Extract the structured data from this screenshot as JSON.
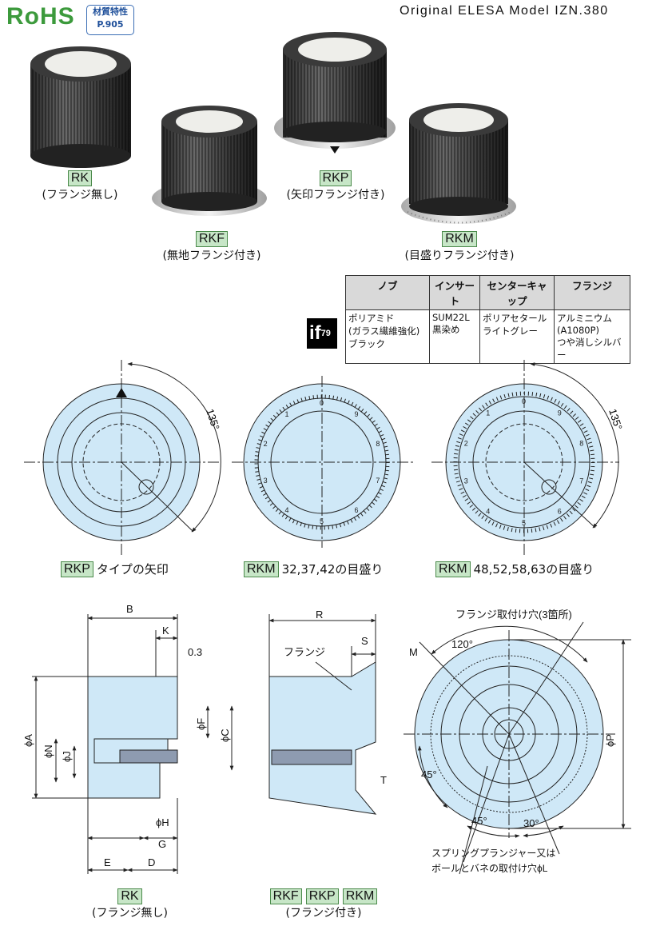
{
  "header": {
    "logo": "RoHS",
    "ref_line1": "材質特性",
    "ref_line2": "P.905",
    "model": "Original  ELESA  Model  IZN.380"
  },
  "products": [
    {
      "code": "RK",
      "desc": "(フランジ無し)"
    },
    {
      "code": "RKF",
      "desc": "(無地フランジ付き)"
    },
    {
      "code": "RKP",
      "desc": "(矢印フランジ付き)"
    },
    {
      "code": "RKM",
      "desc": "(目盛りフランジ付き)"
    }
  ],
  "material_table": {
    "headers": [
      "ノブ",
      "インサート",
      "センターキャップ",
      "フランジ"
    ],
    "col1": [
      "ポリアミド",
      "(ガラス繊維強化)",
      "ブラック"
    ],
    "col2": [
      "SUM22L",
      "黒染め"
    ],
    "col3": [
      "ポリアセタール",
      "ライトグレー"
    ],
    "col4": [
      "アルミニウム",
      "(A1080P)",
      "つや消しシルバー"
    ]
  },
  "if_badge": {
    "text": "if",
    "number": "79"
  },
  "top_views": {
    "angle_label": "135°",
    "dial_numbers": [
      "0",
      "9",
      "8",
      "7",
      "6",
      "5",
      "4",
      "3",
      "2",
      "1"
    ],
    "cap1_code": "RKP",
    "cap1_text": "タイプの矢印",
    "cap2_code": "RKM",
    "cap2_text": "32,37,42の目盛り",
    "cap3_code": "RKM",
    "cap3_text": "48,52,58,63の目盛り"
  },
  "section_labels": {
    "B": "B",
    "K": "K",
    "d03": "0.3",
    "A": "ϕA",
    "N": "ϕN",
    "J": "ϕJ",
    "F": "ϕF",
    "C": "ϕC",
    "H": "ϕH",
    "G": "G",
    "E": "E",
    "D": "D",
    "R": "R",
    "S": "S",
    "T": "T",
    "flange": "フランジ",
    "flange_hole": "フランジ取付け穴(3箇所)",
    "M": "M",
    "a120": "120°",
    "P": "ϕP",
    "a45a": "45°",
    "a45b": "45°",
    "a30": "30°",
    "spring1": "スプリングプランジャー又は",
    "spring2": "ボールとバネの取付け穴ϕL"
  },
  "bottom_captions": {
    "left_code": "RK",
    "left_desc": "(フランジ無し)",
    "right_codes": [
      "RKF",
      "RKP",
      "RKM"
    ],
    "right_desc": "(フランジ付き)"
  }
}
